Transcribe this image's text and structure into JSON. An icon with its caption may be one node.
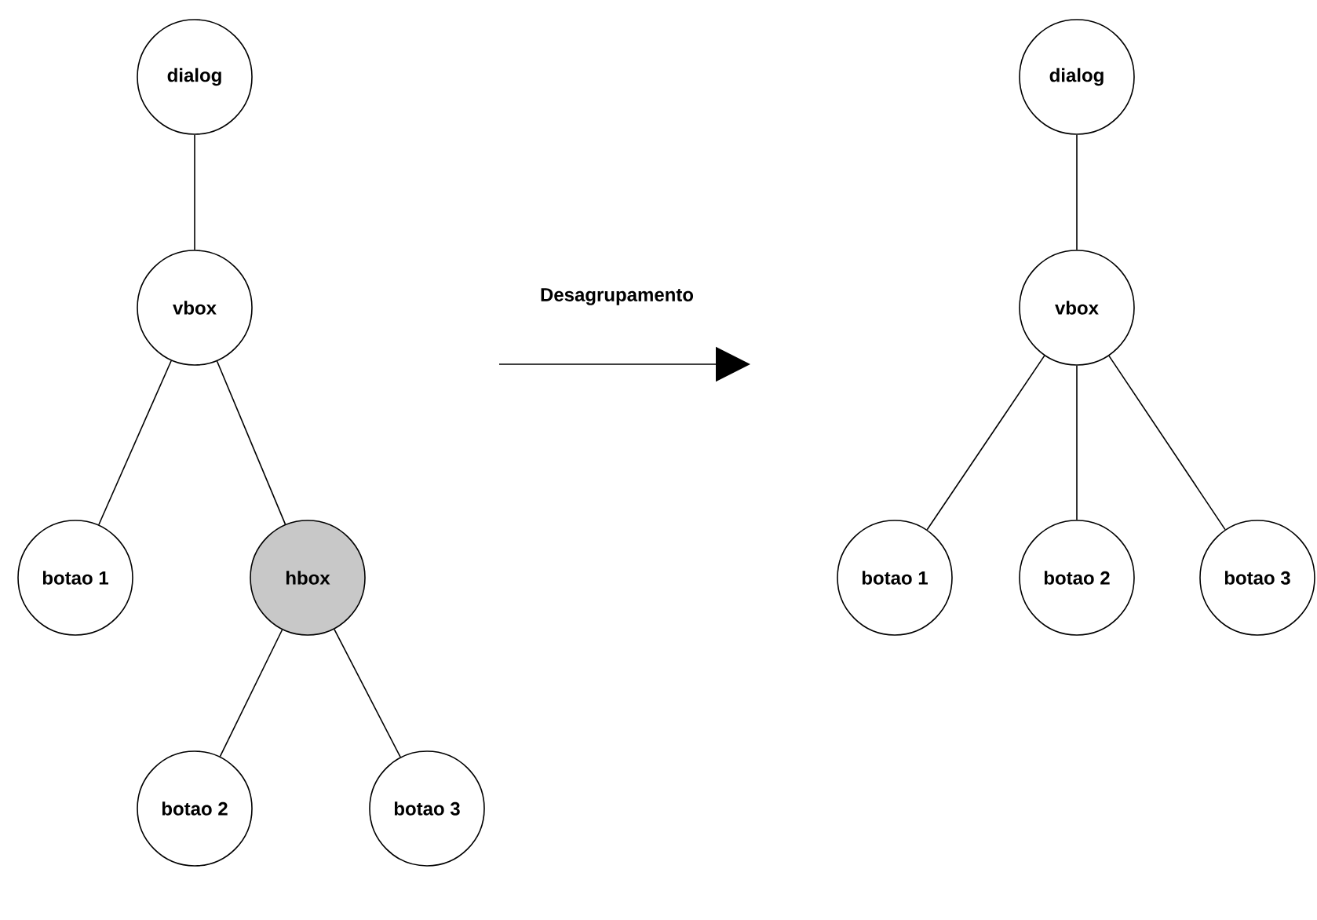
{
  "diagram": {
    "nodes": [
      {
        "text": [
          "dialog"
        ]
      },
      {
        "text": [
          "vbox"
        ]
      },
      {
        "text": [
          "botao 1"
        ]
      },
      {
        "text": [
          "hbox"
        ]
      },
      {
        "text": [
          "botao 2"
        ]
      },
      {
        "text": [
          "botao 3"
        ]
      },
      {
        "text": [
          "dialog"
        ]
      },
      {
        "text": [
          "vbox"
        ]
      },
      {
        "text": [
          "botao 1"
        ]
      },
      {
        "text": [
          "botao 2"
        ]
      },
      {
        "text": [
          "botao 3"
        ]
      }
    ],
    "edges": [
      {
        "from": 0,
        "to": 1,
        "arrow": "none"
      },
      {
        "from": 1,
        "to": 2,
        "arrow": "none"
      },
      {
        "from": 1,
        "to": 3,
        "arrow": "none"
      },
      {
        "from": 3,
        "to": 4,
        "arrow": "none"
      },
      {
        "from": 3,
        "to": 5,
        "arrow": "none"
      },
      {
        "from": 6,
        "to": 7,
        "arrow": "none"
      },
      {
        "from": 7,
        "to": 8,
        "arrow": "none"
      },
      {
        "from": 7,
        "to": 9,
        "arrow": "none"
      },
      {
        "from": 7,
        "to": 10,
        "arrow": "none"
      }
    ],
    "labels": [
      "Desagrupamento"
    ]
  }
}
